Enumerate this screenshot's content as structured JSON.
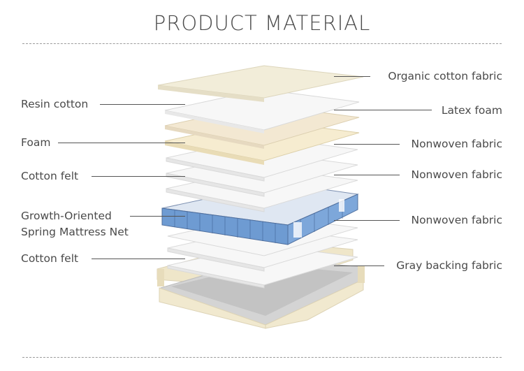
{
  "title": "PRODUCT MATERIAL",
  "layers_left": [
    {
      "label": "Resin cotton"
    },
    {
      "label": "Foam"
    },
    {
      "label": "Cotton felt"
    },
    {
      "label_line1": "Growth-Oriented",
      "label_line2": "Spring Mattress Net"
    },
    {
      "label": "Cotton felt"
    }
  ],
  "layers_right": [
    {
      "label": "Organic cotton fabric"
    },
    {
      "label": "Latex foam"
    },
    {
      "label": "Nonwoven fabric"
    },
    {
      "label": "Nonwoven fabric"
    },
    {
      "label": "Nonwoven fabric"
    },
    {
      "label": "Gray backing fabric"
    }
  ],
  "colors": {
    "cream": "#f4eedb",
    "white_layer": "#f6f6f6",
    "spring_blue": "#6e9bd2",
    "gray_base": "#c9c9c9"
  }
}
